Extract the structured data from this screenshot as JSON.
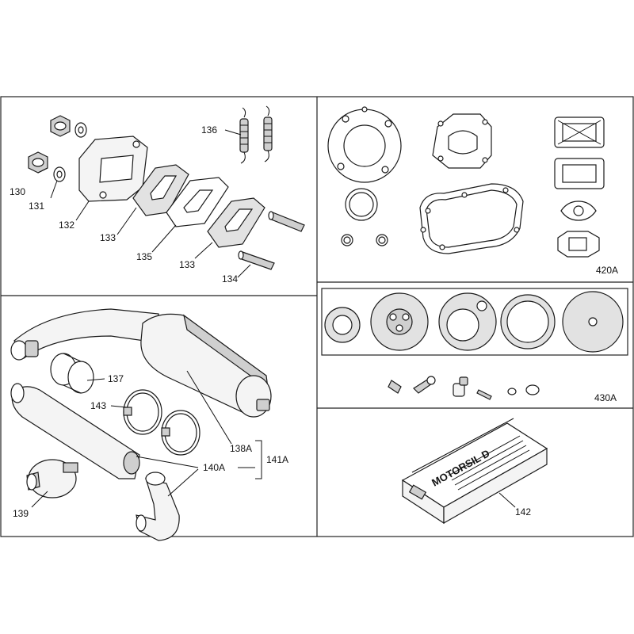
{
  "labels": {
    "p130": "130",
    "p131": "131",
    "p132": "132",
    "p133a": "133",
    "p133b": "133",
    "p134": "134",
    "p135": "135",
    "p136": "136",
    "p137": "137",
    "p138A": "138A",
    "p139": "139",
    "p140A": "140A",
    "p141A": "141A",
    "p142": "142",
    "p143": "143",
    "kit420A": "420A",
    "kit430A": "430A"
  },
  "sealant_box": {
    "brand": "MOTORSIL D"
  },
  "colors": {
    "line": "#111111",
    "fill_light": "#f4f4f4",
    "fill_dark": "#cfcfcf",
    "gasket": "#e2e2e2"
  }
}
